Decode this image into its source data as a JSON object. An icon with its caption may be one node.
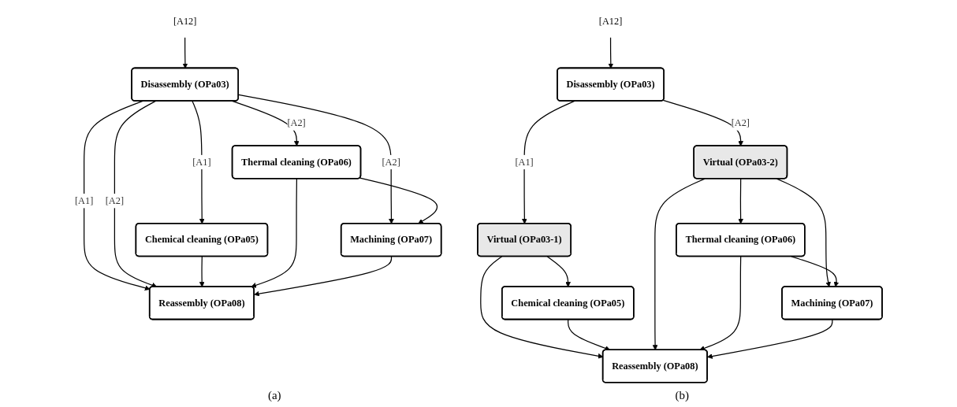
{
  "diagram": {
    "nodes": [
      {
        "text": [
          "[A12]"
        ]
      },
      {
        "text": [
          "Disassembly (OPa03)"
        ]
      },
      {
        "text": [
          "Chemical cleaning (OPa05)"
        ]
      },
      {
        "text": [
          "Thermal cleaning (OPa06)"
        ]
      },
      {
        "text": [
          "Machining (OPa07)"
        ]
      },
      {
        "text": [
          "Reassembly (OPa08)"
        ]
      },
      {
        "text": [
          "[A12]"
        ]
      },
      {
        "text": [
          "Disassembly (OPa03)"
        ]
      },
      {
        "text": [
          "Virtual (OPa03-1)"
        ]
      },
      {
        "text": [
          "Virtual (OPa03-2)"
        ]
      },
      {
        "text": [
          "Chemical cleaning (OPa05)"
        ]
      },
      {
        "text": [
          "Thermal cleaning (OPa06)"
        ]
      },
      {
        "text": [
          "Reassembly (OPa08)"
        ]
      },
      {
        "text": [
          "Machining (OPa07)"
        ]
      }
    ],
    "edges": [
      {
        "from": 0,
        "to": 1,
        "arrow": "to"
      },
      {
        "from": 1,
        "to": 2,
        "arrow": "to",
        "label": "[A1]"
      },
      {
        "from": 1,
        "to": 3,
        "arrow": "to",
        "label": "[A2]"
      },
      {
        "from": 1,
        "to": 5,
        "arrow": "to",
        "label": "[A1]"
      },
      {
        "from": 1,
        "to": 5,
        "arrow": "to",
        "label": "[A2]"
      },
      {
        "from": 1,
        "to": 4,
        "arrow": "to",
        "label": "[A2]"
      },
      {
        "from": 2,
        "to": 5,
        "arrow": "to"
      },
      {
        "from": 3,
        "to": 4,
        "arrow": "to"
      },
      {
        "from": 3,
        "to": 5,
        "arrow": "to"
      },
      {
        "from": 4,
        "to": 5,
        "arrow": "to"
      },
      {
        "from": 6,
        "to": 7,
        "arrow": "to"
      },
      {
        "from": 7,
        "to": 8,
        "arrow": "to",
        "label": "[A1]"
      },
      {
        "from": 7,
        "to": 9,
        "arrow": "to",
        "label": "[A2]"
      },
      {
        "from": 8,
        "to": 10,
        "arrow": "to"
      },
      {
        "from": 8,
        "to": 12,
        "arrow": "to"
      },
      {
        "from": 10,
        "to": 12,
        "arrow": "to"
      },
      {
        "from": 9,
        "to": 11,
        "arrow": "to"
      },
      {
        "from": 9,
        "to": 12,
        "arrow": "to"
      },
      {
        "from": 9,
        "to": 13,
        "arrow": "to"
      },
      {
        "from": 11,
        "to": 13,
        "arrow": "to"
      },
      {
        "from": 11,
        "to": 12,
        "arrow": "to"
      },
      {
        "from": 13,
        "to": 12,
        "arrow": "to"
      }
    ],
    "labels": [
      "(a)",
      "(b)"
    ]
  }
}
